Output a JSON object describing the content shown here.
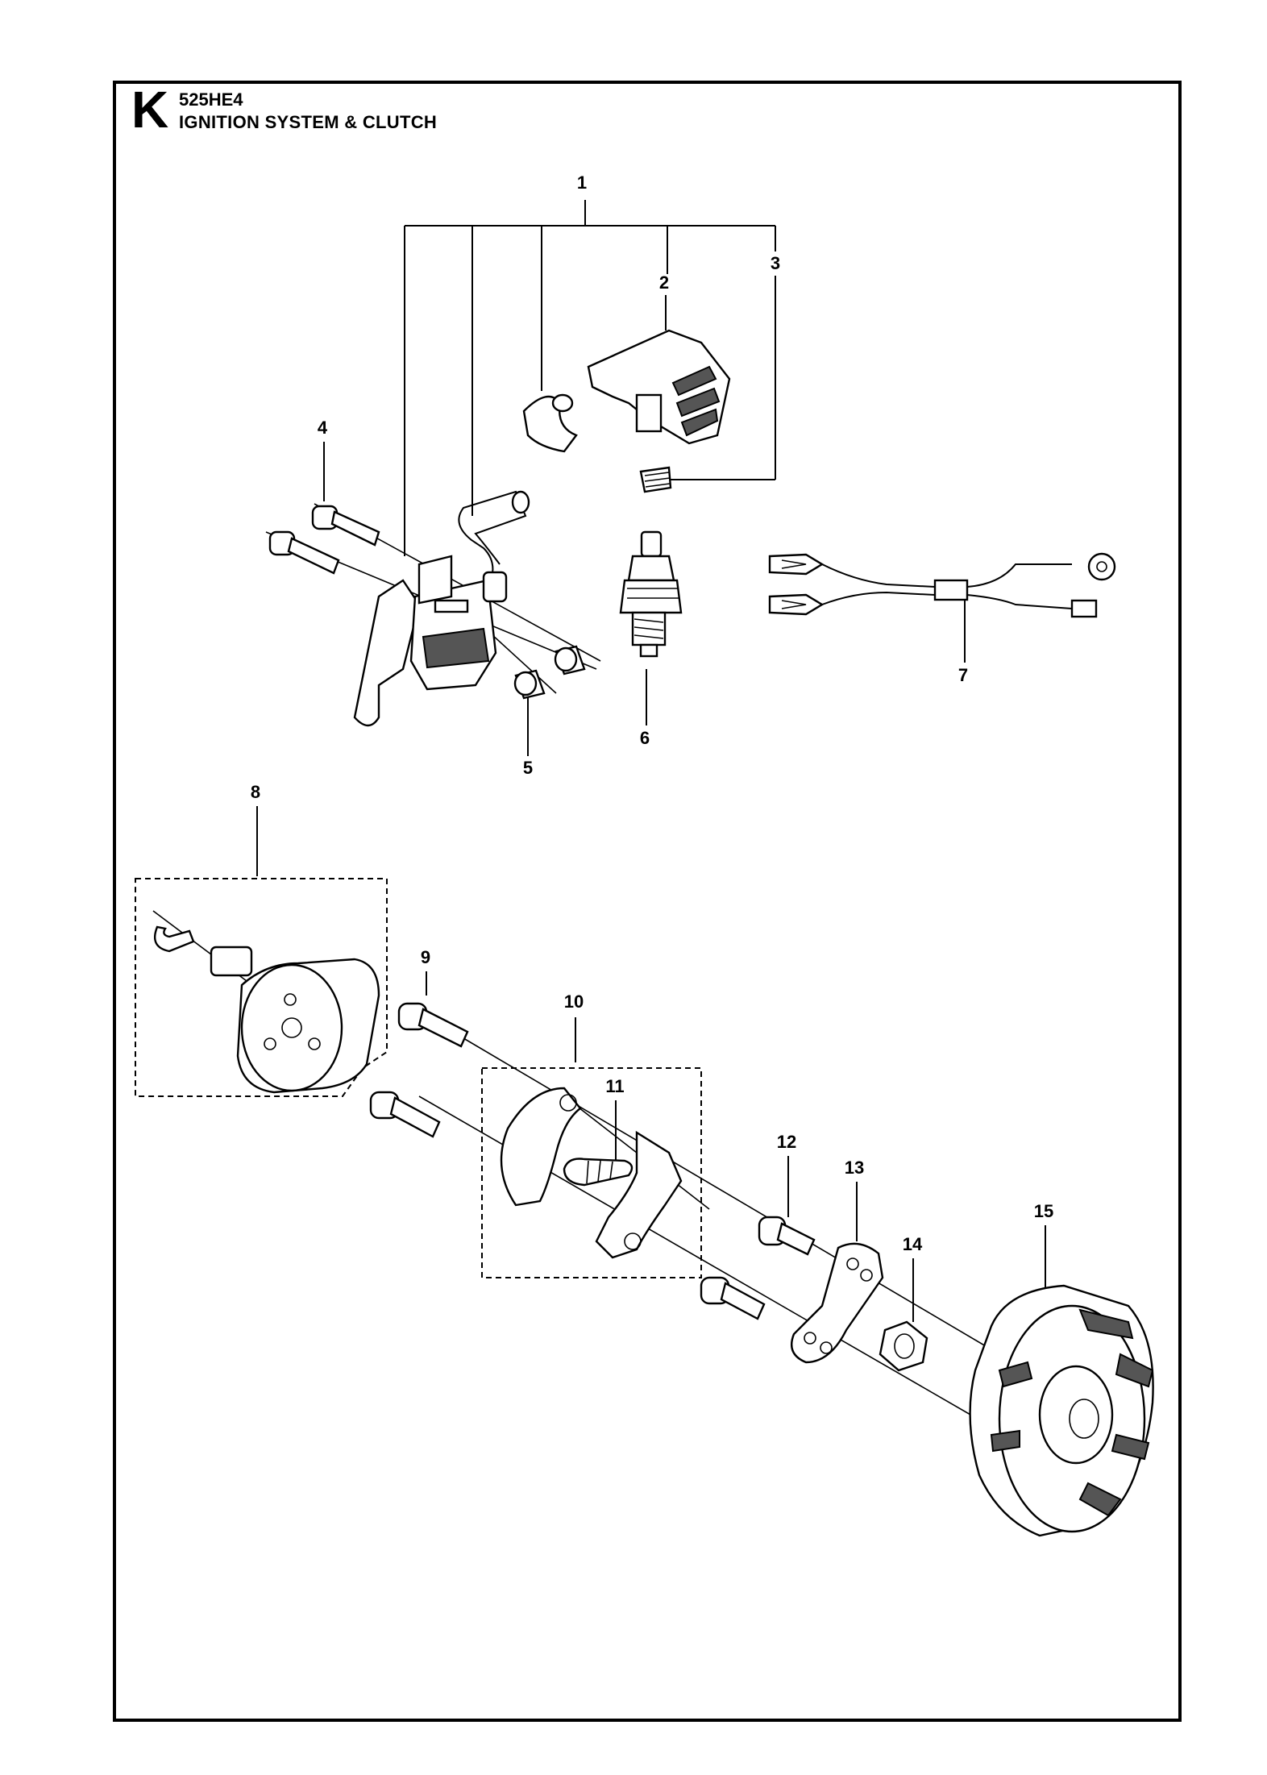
{
  "header": {
    "section_letter": "K",
    "model": "525HE4",
    "title": "IGNITION SYSTEM & CLUTCH"
  },
  "callouts": {
    "c1": "1",
    "c2": "2",
    "c3": "3",
    "c4": "4",
    "c5": "5",
    "c6": "6",
    "c7": "7",
    "c8": "8",
    "c9": "9",
    "c10": "10",
    "c11": "11",
    "c12": "12",
    "c13": "13",
    "c14": "14",
    "c15": "15"
  }
}
